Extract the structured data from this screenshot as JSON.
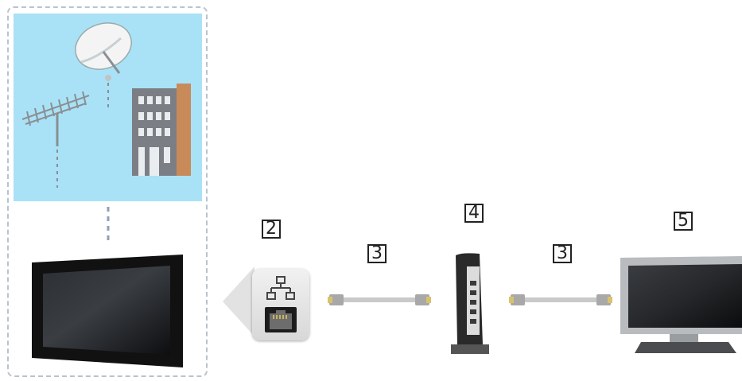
{
  "labels": {
    "lan_terminal": "2",
    "cable_left": "3",
    "router": "4",
    "cable_right": "3",
    "media_server": "5"
  },
  "icons": {
    "lan_symbol": "network-icon",
    "lan_port": "ethernet-port-icon"
  },
  "colors": {
    "sky": "#a9e2f6",
    "dashed_border": "#b8c4cf",
    "cable": "#c9c9c9"
  }
}
